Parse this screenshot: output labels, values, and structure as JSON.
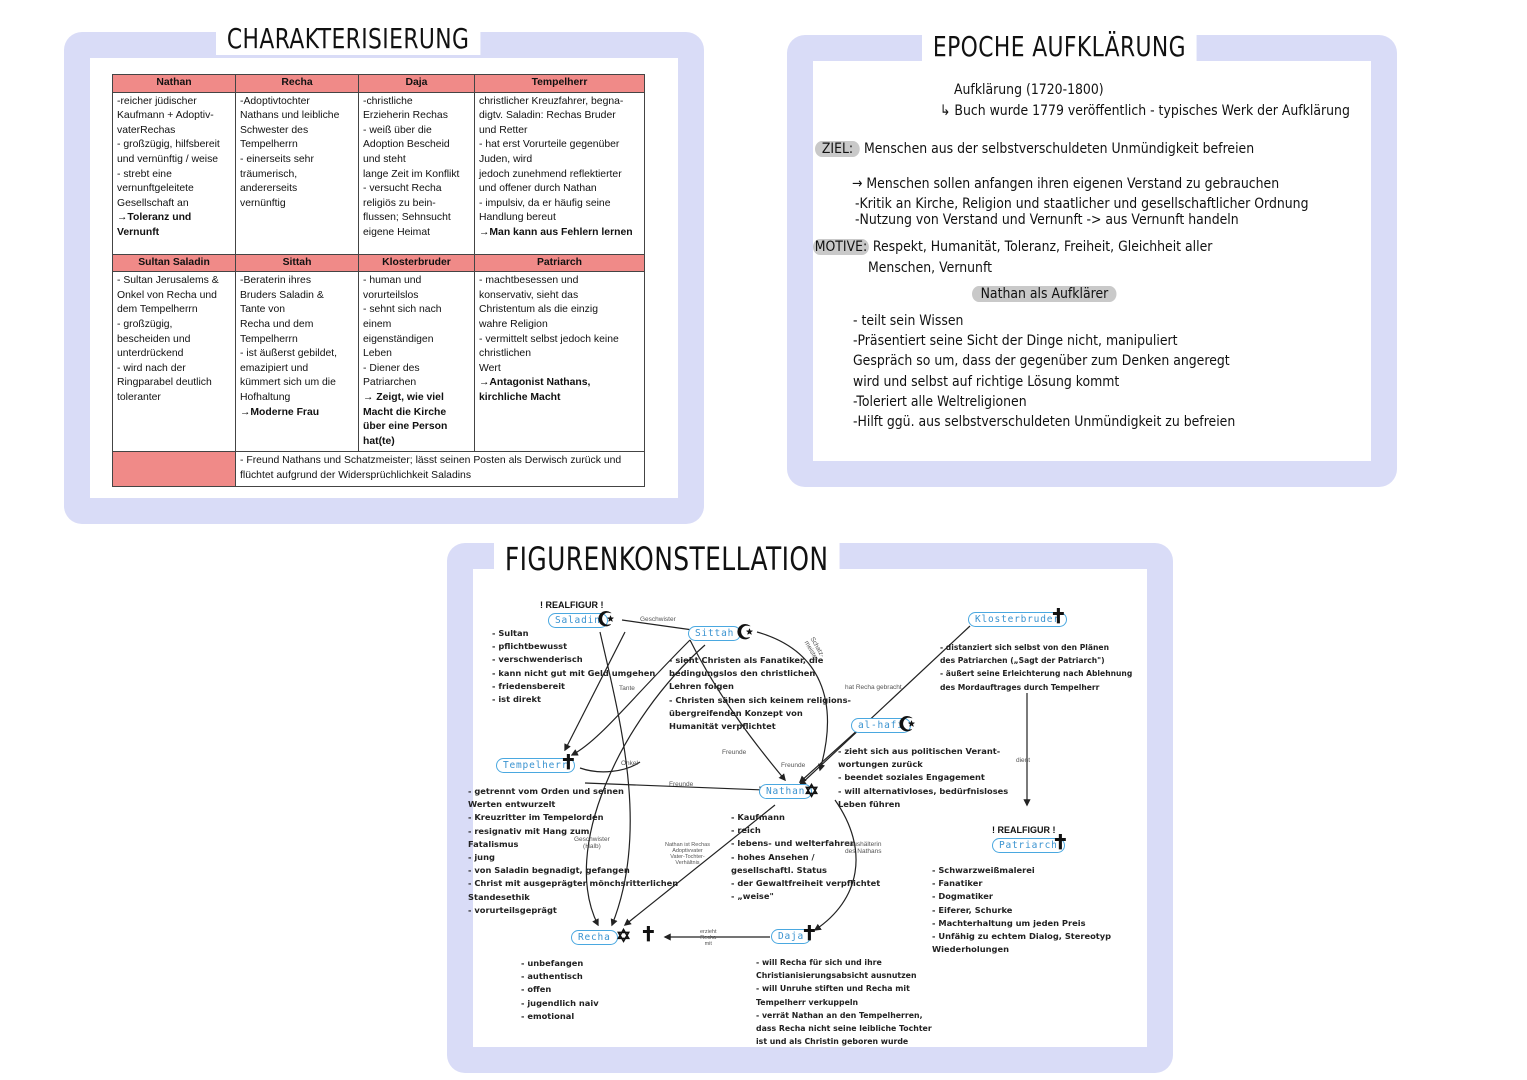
{
  "characterization": {
    "title": "CHARAKTERISIERUNG",
    "headers1": [
      "Nathan",
      "Recha",
      "Daja",
      "Tempelherr"
    ],
    "row1": [
      {
        "text": "-reicher jüdischer\nKaufmann + Adoptiv-\nvaterRechas\n- großzügig, hilfsbereit\nund vernünftig / weise\n- strebt eine\nvernunftgeleitete\nGesellschaft an",
        "bold": "→Toleranz und\nVernunft"
      },
      {
        "text": "-Adoptivtochter\nNathans und leibliche\nSchwester des\nTempelherrn\n- einerseits sehr\nträumerisch,\nandererseits\nvernünftig",
        "bold": ""
      },
      {
        "text": "-christliche\nErzieherin Rechas\n- weiß über die\nAdoption Bescheid\nund steht\nlange Zeit im Konflikt\n- versucht Recha\nreligiös zu bein-\nflussen; Sehnsucht\neigene Heimat",
        "bold": ""
      },
      {
        "text": "christlicher Kreuzfahrer, begna-\ndigtv. Saladin: Rechas Bruder\nund Retter\n- hat erst Vorurteile gegenüber\nJuden, wird\njedoch zunehmend reflektierter\nund offener durch Nathan\n- impulsiv, da er häufig seine\nHandlung bereut",
        "bold": "→Man kann aus Fehlern lernen"
      }
    ],
    "headers2": [
      "Sultan Saladin",
      "Sittah",
      "Klosterbruder",
      "Patriarch"
    ],
    "row2": [
      {
        "text": "- Sultan Jerusalems &\nOnkel von Recha und\ndem Tempelherrn\n- großzügig,\nbescheiden und\nunterdrückend\n- wird nach der\nRingparabel deutlich\ntoleranter",
        "bold": ""
      },
      {
        "text": "-Beraterin ihres\nBruders Saladin &\nTante von\nRecha und dem\nTempelherrn\n- ist äußerst gebildet,\nemazipiert und\nkümmert sich um die\nHofhaltung",
        "bold": "→Moderne Frau"
      },
      {
        "text": "- human und\nvorurteilslos\n- sehnt sich nach\neinem\neigenständigen\nLeben\n- Diener des\nPatriarchen",
        "bold": "→ Zeigt, wie viel\nMacht die Kirche\nüber eine Person\nhat(te)"
      },
      {
        "text": "- machtbesessen und\nkonservativ, sieht das\nChristentum als die einzig\nwahre Religion\n- vermittelt selbst jedoch keine\nchristlichen\nWert",
        "bold": "→Antagonist Nathans,\nkirchliche Macht"
      }
    ],
    "footer_row": "- Freund Nathans und Schatzmeister; lässt seinen Posten als Derwisch zurück und\nflüchtet aufgrund der Widersprüchlichkeit Saladins"
  },
  "epoch": {
    "title": "EPOCHE AUFKLÄRUNG",
    "line1": "Aufklärung (1720-1800)",
    "line2": "↳ Buch wurde 1779 veröffentlich - typisches Werk der Aufklärung",
    "ziel_label": "ZIEL:",
    "ziel_text": "Menschen aus der selbstverschuldeten Unmündigkeit befreien",
    "bullets": [
      "→ Menschen sollen anfangen ihren eigenen Verstand zu gebrauchen",
      "-Kritik an Kirche, Religion und staatlicher und gesellschaftlicher Ordnung",
      "-Nutzung von Verstand und Vernunft -> aus Vernunft handeln"
    ],
    "motive_label": "MOTIVE:",
    "motive_text": "Respekt, Humanität, Toleranz, Freiheit, Gleichheit aller",
    "motive_text2": "Menschen, Vernunft",
    "nathan_heading": "Nathan als Aufklärer",
    "nathan_points": [
      "- teilt sein Wissen",
      "-Präsentiert seine Sicht der Dinge nicht, manipuliert",
      "Gespräch so um, dass der gegenüber zum Denken angeregt",
      "wird und selbst auf richtige Lösung kommt",
      "-Toleriert alle Weltreligionen",
      "-Hilft ggü. aus selbstverschuldeten Unmündigkeit zu befreien"
    ]
  },
  "figures": {
    "title": "FIGURENKONSTELLATION",
    "realfigur": "! REALFIGUR !",
    "nodes": {
      "saladin": "Saladin",
      "sittah": "Sittah",
      "klosterbruder": "Klosterbruder",
      "alhafi": "al-hafi",
      "tempelherr": "Tempelherr",
      "nathan": "Nathan",
      "patriarch": "Patriarch",
      "recha": "Recha",
      "daja": "Daja"
    },
    "saladin_notes": "- Sultan\n- pflichtbewusst\n- verschwenderisch\n- kann nicht gut mit Geld umgehen\n- friedensbereit\n- ist direkt",
    "sittah_notes": "- sieht Christen als Fanatiker, die\nbedingungslos den christlichen\nLehren folgen\n- Christen sähen sich keinem religions-\nübergreifenden Konzept von\nHumanität verpflichtet",
    "kloster_notes": "- distanziert sich selbst von den Plänen\ndes Patriarchen („Sagt der Patriarch\")\n- äußert seine Erleichterung nach Ablehnung\ndes Mordauftrages durch Tempelherr",
    "alhafi_notes": "- zieht sich aus politischen Verant-\nwortungen zurück\n- beendet soziales Engagement\n- will alternativloses, bedürfnisloses\nLeben führen",
    "tempel_notes": "- getrennt vom Orden und seinen\nWerten entwurzelt\n- Kreuzritter im Tempelorden\n- resignativ mit Hang zum\nFatalismus\n- jung\n- von Saladin begnadigt, gefangen\n- Christ mit ausgeprägter mönchsritterlichen\nStandesethik\n- vorurteilsgeprägt",
    "nathan_notes": "- Kaufmann\n- reich\n- lebens- und welterfahren\n- hohes Ansehen /\ngesellschaftl. Status\n- der Gewaltfreiheit verpflichtet\n- „weise\"",
    "patriarch_notes": "- Schwarzweißmalerei\n- Fanatiker\n- Dogmatiker\n- Eiferer, Schurke\n- Machterhaltung um jeden Preis\n- Unfähig zu echtem Dialog, Stereotyp\nWiederholungen",
    "recha_notes": "- unbefangen\n- authentisch\n- offen\n- jugendlich naiv\n- emotional",
    "daja_notes": "- will Recha für sich und ihre\nChristianisierungsabsicht ausnutzen\n- will Unruhe stiften und Recha mit\nTempelherr verkuppeln\n- verrät Nathan an den Tempelherren,\ndass Recha nicht seine leibliche Tochter\nist und als Christin geboren wurde",
    "rel_geschwister": "Geschwister",
    "rel_schatzmeister": "Schatz-\nmeister",
    "rel_tante": "Tante",
    "rel_onkel": "Onkel",
    "rel_freunde1": "Freunde",
    "rel_freunde2": "Freunde",
    "rel_freunde3": "Freunde",
    "rel_hat_recha": "hat Recha gebracht",
    "rel_dient": "dient",
    "rel_geschwister2": "Geschwister\n(Halb)",
    "rel_nathan_recha": "Nathan ist Rechas\nAdoptivvater\nVater-Tochter-\nVerhältnis",
    "rel_haushaelterin": "Haushälterin\ndes Nathans",
    "rel_erzieht": "erzieht\nRecha\nmit"
  }
}
